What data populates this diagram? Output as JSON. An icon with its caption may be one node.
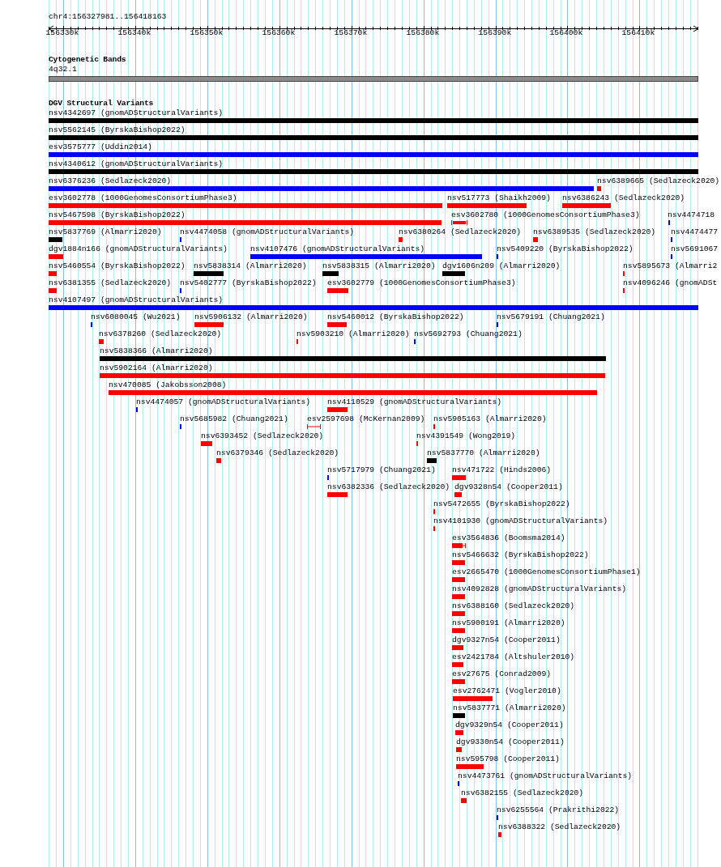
{
  "diagram": {
    "nodes": [
      {
        "text": [
          "4q32.1"
        ]
      },
      {
        "text": [
          "nsv4342697 (gnomADStructuralVariants)"
        ]
      },
      {
        "text": [
          "nsv5562145 (ByrskaBishop2022)"
        ]
      },
      {
        "text": [
          "esv3575777 (Uddin2014)"
        ]
      },
      {
        "text": [
          "nsv4340612 (gnomADStructuralVariants)"
        ]
      },
      {
        "text": [
          "nsv6376236 (Sedlazeck2020)"
        ]
      },
      {
        "text": [
          "nsv6389665 (Sedlazeck2020)"
        ]
      },
      {
        "text": [
          "esv3602778 (1000GenomesConsortiumPhase3)"
        ]
      },
      {
        "text": [
          "nsv517773 (Shaikh2009)"
        ]
      },
      {
        "text": [
          "nsv6386243 (Sedlazeck2020)"
        ]
      },
      {
        "text": [
          "nsv5467598 (ByrskaBishop2022)"
        ]
      },
      {
        "text": [
          "esv3602780 (1000GenomesConsortiumPhase3)"
        ]
      },
      {
        "text": [
          "nsv4474718"
        ]
      },
      {
        "text": [
          "nsv5837769 (Almarri2020)"
        ]
      },
      {
        "text": [
          "nsv4474058 (gnomADStructuralVariants)"
        ]
      },
      {
        "text": [
          "nsv6380264 (Sedlazeck2020)"
        ]
      },
      {
        "text": [
          "nsv6389535 (Sedlazeck2020)"
        ]
      },
      {
        "text": [
          "nsv4474477"
        ]
      },
      {
        "text": [
          "dgv1884n166 (gnomADStructuralVariants)"
        ]
      },
      {
        "text": [
          "nsv4107476 (gnomADStructuralVariants)"
        ]
      },
      {
        "text": [
          "nsv5409220 (ByrskaBishop2022)"
        ]
      },
      {
        "text": [
          "nsv5691067"
        ]
      },
      {
        "text": [
          "nsv5460554 (ByrskaBishop2022)"
        ]
      },
      {
        "text": [
          "nsv5838314 (Almarri2020)"
        ]
      },
      {
        "text": [
          "nsv5838315 (Almarri2020)"
        ]
      },
      {
        "text": [
          "dgv1606n209 (Almarri2020)"
        ]
      },
      {
        "text": [
          "nsv5895673 (Almarri2"
        ]
      },
      {
        "text": [
          "nsv6381355 (Sedlazeck2020)"
        ]
      },
      {
        "text": [
          "nsv5402777 (ByrskaBishop2022)"
        ]
      },
      {
        "text": [
          "esv3602779 (1000GenomesConsortiumPhase3)"
        ]
      },
      {
        "text": [
          "nsv4096246 (gnomADSt"
        ]
      },
      {
        "text": [
          "nsv4107497 (gnomADStructuralVariants)"
        ]
      },
      {
        "text": [
          "nsv6080045 (Wu2021)"
        ]
      },
      {
        "text": [
          "nsv5906132 (Almarri2020)"
        ]
      },
      {
        "text": [
          "nsv5460012 (ByrskaBishop2022)"
        ]
      },
      {
        "text": [
          "nsv5679191 (Chuang2021)"
        ]
      },
      {
        "text": [
          "nsv6378260 (Sedlazeck2020)"
        ]
      },
      {
        "text": [
          "nsv5903210 (Almarri2020)"
        ]
      },
      {
        "text": [
          "nsv5692793 (Chuang2021)"
        ]
      },
      {
        "text": [
          "nsv5838366 (Almarri2020)"
        ]
      },
      {
        "text": [
          "nsv5902164 (Almarri2020)"
        ]
      },
      {
        "text": [
          "nsv470085 (Jakobsson2008)"
        ]
      },
      {
        "text": [
          "nsv4474057 (gnomADStructuralVariants)"
        ]
      },
      {
        "text": [
          "nsv4110529 (gnomADStructuralVariants)"
        ]
      },
      {
        "text": [
          "nsv5685982 (Chuang2021)"
        ]
      },
      {
        "text": [
          "esv2597698 (McKernan2009)"
        ]
      },
      {
        "text": [
          "nsv5905163 (Almarri2020)"
        ]
      },
      {
        "text": [
          "nsv6393452 (Sedlazeck2020)"
        ]
      },
      {
        "text": [
          "nsv4391549 (Wong2019)"
        ]
      },
      {
        "text": [
          "nsv6379346 (Sedlazeck2020)"
        ]
      },
      {
        "text": [
          "nsv5837770 (Almarri2020)"
        ]
      },
      {
        "text": [
          "nsv5717979 (Chuang2021)"
        ]
      },
      {
        "text": [
          "nsv471722 (Hinds2006)"
        ]
      },
      {
        "text": [
          "nsv6382336 (Sedlazeck2020)"
        ]
      },
      {
        "text": [
          "dgv9328n54 (Cooper2011)"
        ]
      },
      {
        "text": [
          "nsv5472655 (ByrskaBishop2022)"
        ]
      },
      {
        "text": [
          "nsv4101930 (gnomADStructuralVariants)"
        ]
      },
      {
        "text": [
          "esv3564836 (Boomsma2014)"
        ]
      },
      {
        "text": [
          "nsv5466632 (ByrskaBishop2022)"
        ]
      },
      {
        "text": [
          "esv2665470 (1000GenomesConsortiumPhase1)"
        ]
      },
      {
        "text": [
          "nsv4092828 (gnomADStructuralVariants)"
        ]
      },
      {
        "text": [
          "nsv6388160 (Sedlazeck2020)"
        ]
      },
      {
        "text": [
          "nsv5900191 (Almarri2020)"
        ]
      },
      {
        "text": [
          "dgv9327n54 (Cooper2011)"
        ]
      },
      {
        "text": [
          "esv2421784 (Altshuler2010)"
        ]
      },
      {
        "text": [
          "esv27675 (Conrad2009)"
        ]
      },
      {
        "text": [
          "esv2762471 (Vogler2010)"
        ]
      },
      {
        "text": [
          "nsv5837771 (Almarri2020)"
        ]
      },
      {
        "text": [
          "dgv9329n54 (Cooper2011)"
        ]
      },
      {
        "text": [
          "dgv9330n54 (Cooper2011)"
        ]
      },
      {
        "text": [
          "nsv595798 (Cooper2011)"
        ]
      },
      {
        "text": [
          "nsv4473761 (gnomADStructuralVariants)"
        ]
      },
      {
        "text": [
          "nsv6382155 (Sedlazeck2020)"
        ]
      },
      {
        "text": [
          "nsv6255564 (Prakrithi2022)"
        ]
      },
      {
        "text": [
          "nsv6388322 (Sedlazeck2020)"
        ]
      }
    ],
    "labels": [
      "chr4:156327981..156418163",
      "156330k",
      "156340k",
      "156350k",
      "156360k",
      "156370k",
      "156380k",
      "156390k",
      "156400k",
      "156410k",
      "Cytogenetic Bands",
      "DGV Structural Variants"
    ]
  }
}
